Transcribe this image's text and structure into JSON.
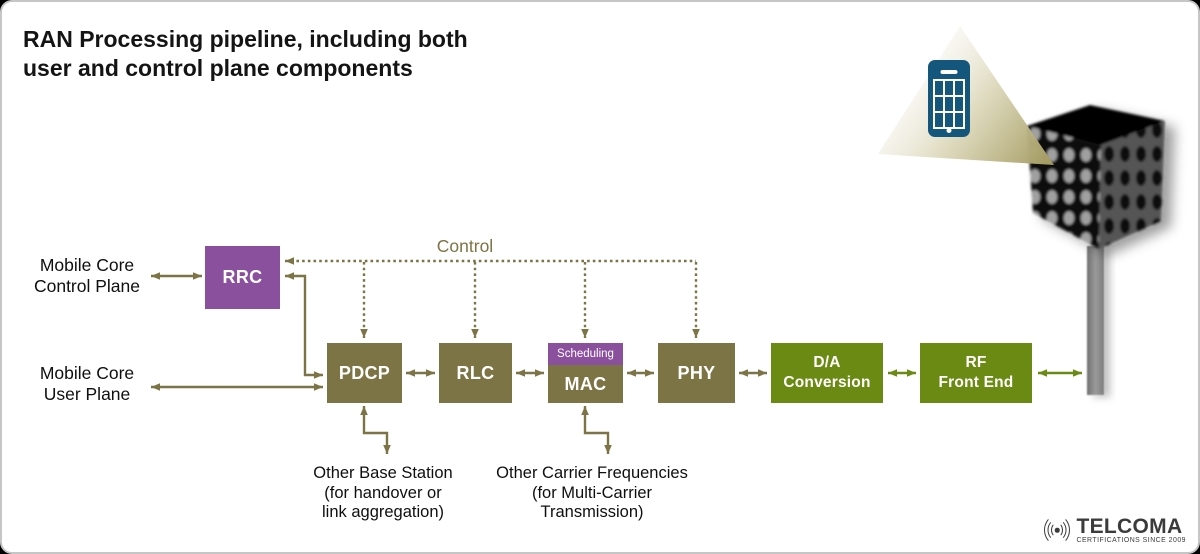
{
  "title": {
    "line1": "RAN Processing pipeline, including both",
    "line2": "user and control plane components"
  },
  "labels": {
    "mobile_core_control": {
      "line1": "Mobile Core",
      "line2": "Control Plane"
    },
    "mobile_core_user": {
      "line1": "Mobile Core",
      "line2": "User Plane"
    },
    "control": "Control"
  },
  "blocks": {
    "rrc": {
      "label": "RRC"
    },
    "pdcp": {
      "label": "PDCP"
    },
    "rlc": {
      "label": "RLC"
    },
    "mac": {
      "banner": "Scheduling",
      "label": "MAC"
    },
    "phy": {
      "label": "PHY"
    },
    "da_conversion": {
      "line1": "D/A",
      "line2": "Conversion"
    },
    "rf_front_end": {
      "line1": "RF",
      "line2": "Front End"
    }
  },
  "annotations": {
    "other_base_station": {
      "line1": "Other Base Station",
      "line2": "(for handover or",
      "line3": "link aggregation)"
    },
    "other_carrier": {
      "line1": "Other Carrier Frequencies",
      "line2": "(for Multi-Carrier",
      "line3": "Transmission)"
    }
  },
  "logo": {
    "brand": "TELCOMA",
    "tagline": "CERTIFICATIONS SINCE 2009",
    "icon": "radio-waves-icon"
  },
  "icons": {
    "phone": "smartphone-icon",
    "antenna": "massive-mimo-antenna-icon",
    "beam": "radio-beam-shape"
  },
  "colors": {
    "olive": "#7d7445",
    "green": "#6b8a13",
    "purple": "#8b509d",
    "phone_blue": "#15567d",
    "control_text": "#7d7445"
  }
}
